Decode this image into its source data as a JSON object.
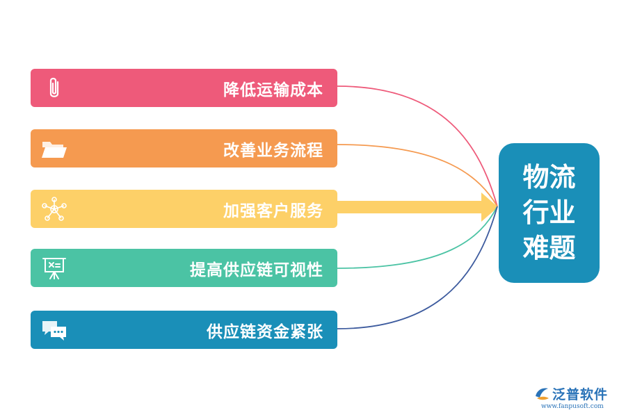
{
  "center": {
    "title": "物流行业难题",
    "color": "#1a8fb8"
  },
  "items": [
    {
      "label": "降低运输成本",
      "icon": "paperclip-icon",
      "color": "#ee5a7a"
    },
    {
      "label": "改善业务流程",
      "icon": "folder-icon",
      "color": "#f59a50"
    },
    {
      "label": "加强客户服务",
      "icon": "network-icon",
      "color": "#fdd068"
    },
    {
      "label": "提高供应链可视性",
      "icon": "presentation-board-icon",
      "color": "#4bc3a4"
    },
    {
      "label": "供应链资金紧张",
      "icon": "chat-bubbles-icon",
      "color": "#1a8fb8"
    }
  ],
  "brand": {
    "name": "泛普软件",
    "url": "www.fanpusoft.com",
    "color": "#2a73b8"
  }
}
